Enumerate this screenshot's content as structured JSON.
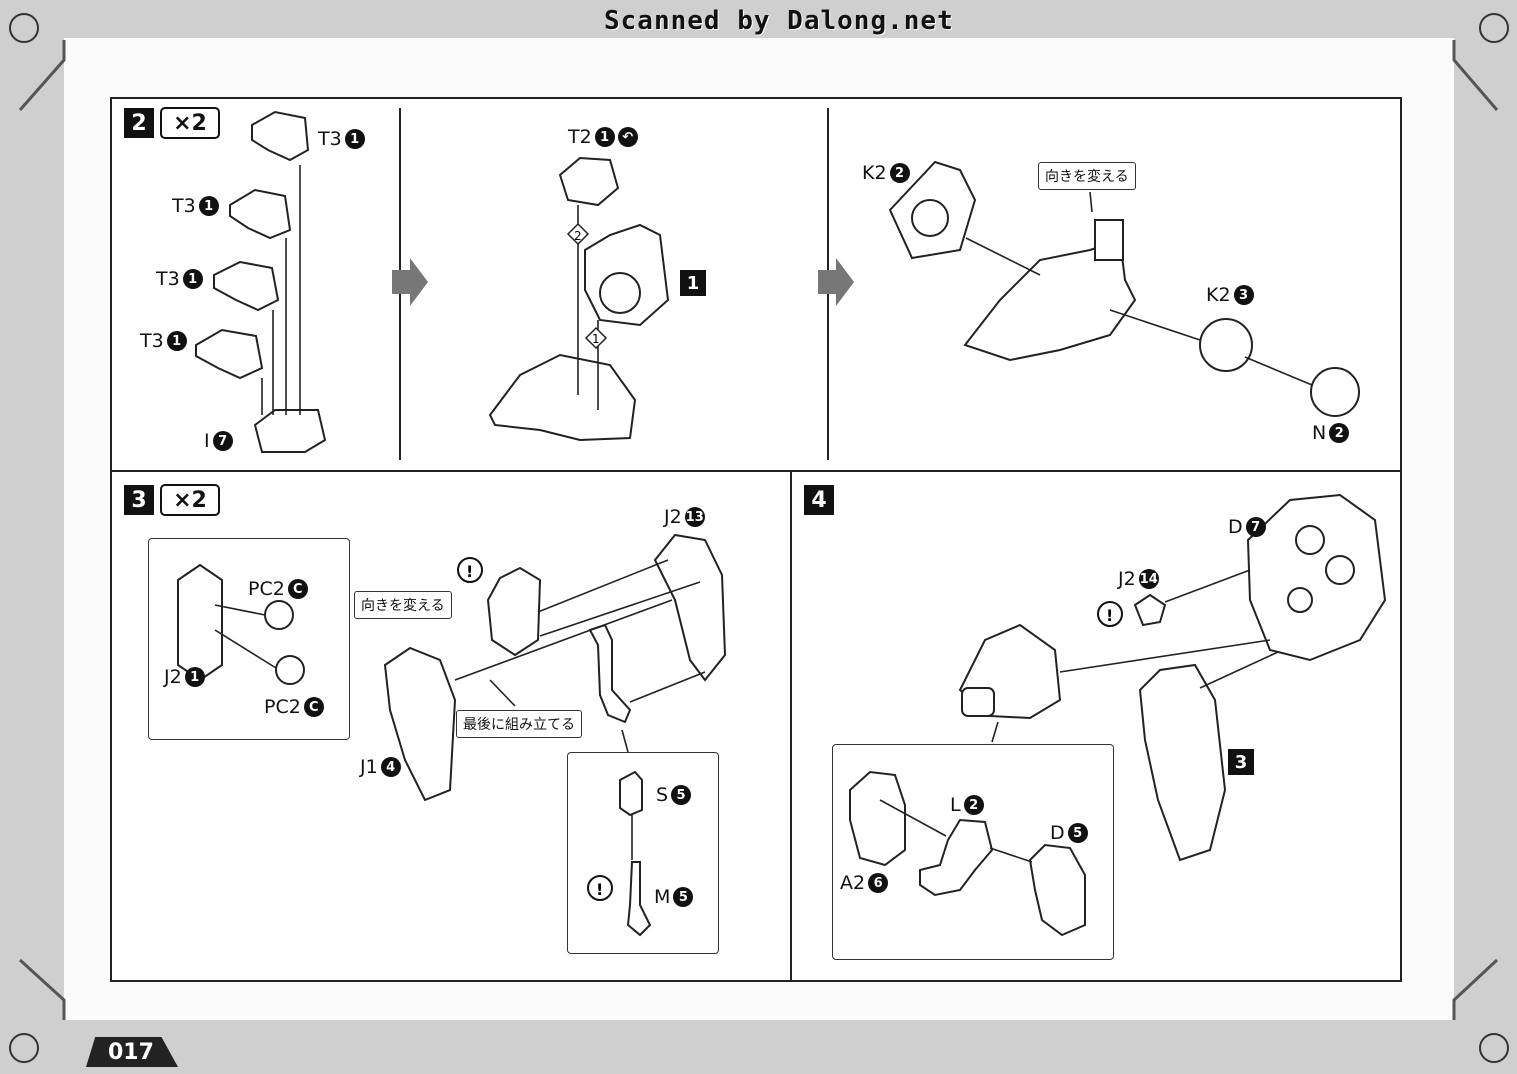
{
  "header": {
    "scanner_text": "Scanned by Dalong.net"
  },
  "page": {
    "number": "017"
  },
  "steps": [
    {
      "id": "step2",
      "number": "2",
      "multiplier": "×2",
      "labels": [
        {
          "part": "T3",
          "num": "1"
        },
        {
          "part": "T3",
          "num": "1"
        },
        {
          "part": "T3",
          "num": "1"
        },
        {
          "part": "T3",
          "num": "1"
        },
        {
          "part": "I",
          "num": "7"
        },
        {
          "part": "T2",
          "num": "1"
        },
        {
          "part": "K2",
          "num": "2"
        },
        {
          "part": "K2",
          "num": "3"
        },
        {
          "part": "N",
          "num": "2"
        }
      ],
      "order_marks": [
        "2",
        "1"
      ],
      "subassembly_ref": "1",
      "note": "向きを変える"
    },
    {
      "id": "step3",
      "number": "3",
      "multiplier": "×2",
      "labels": [
        {
          "part": "PC2",
          "num": "C"
        },
        {
          "part": "PC2",
          "num": "C"
        },
        {
          "part": "J2",
          "num": "1"
        },
        {
          "part": "J2",
          "num": "13"
        },
        {
          "part": "J1",
          "num": "4"
        },
        {
          "part": "S",
          "num": "5"
        },
        {
          "part": "M",
          "num": "5"
        }
      ],
      "notes": [
        "向きを変える",
        "最後に組み立てる"
      ]
    },
    {
      "id": "step4",
      "number": "4",
      "labels": [
        {
          "part": "D",
          "num": "7"
        },
        {
          "part": "J2",
          "num": "14"
        },
        {
          "part": "L",
          "num": "2"
        },
        {
          "part": "D",
          "num": "5"
        },
        {
          "part": "A2",
          "num": "6"
        }
      ],
      "subassembly_ref": "3"
    }
  ]
}
